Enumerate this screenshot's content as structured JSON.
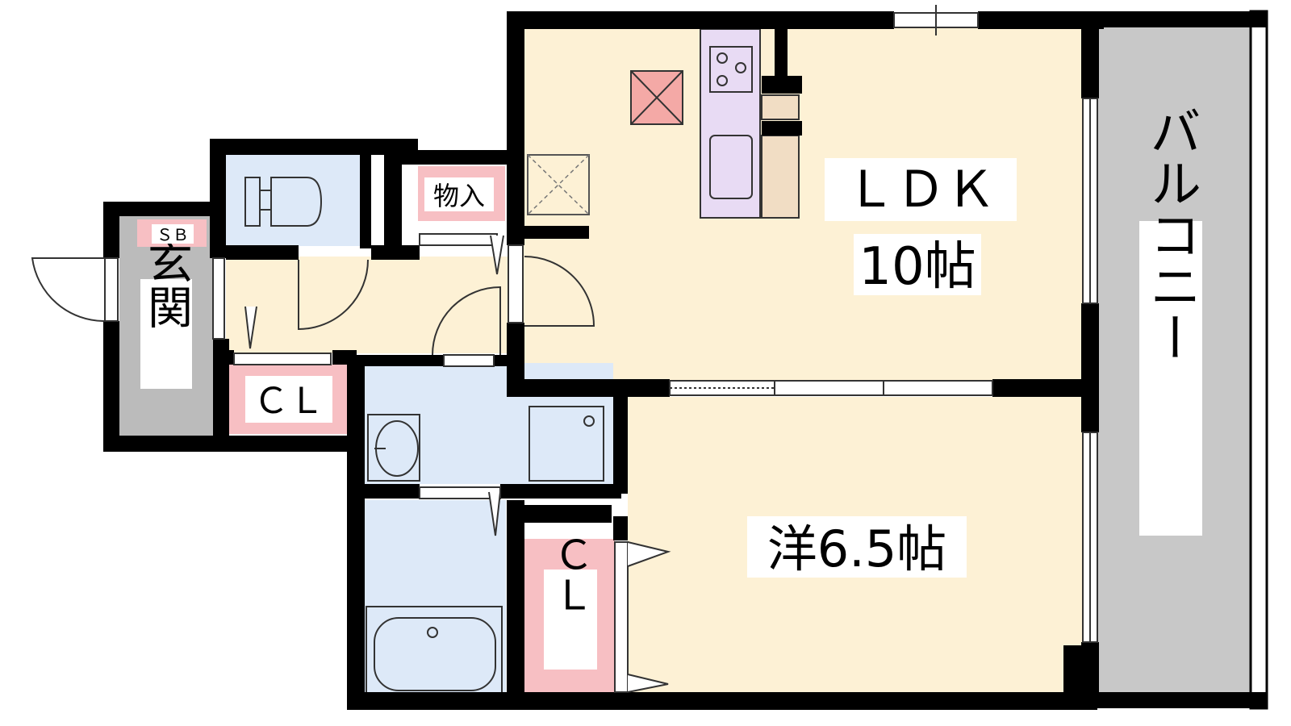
{
  "colors": {
    "wall": "#000000",
    "ldk_floor": "#fdf1d5",
    "wet_floor": "#dde9f8",
    "gray_floor": "#bbbbbb",
    "storage": "#f7bfc3",
    "kitchen": "#e8dbf4",
    "counter": "#f1ddc4",
    "balcony": "#c8c8c8"
  },
  "labels": {
    "ldk": "ＬＤＫ",
    "ldk_size": "10帖",
    "western": "洋6.5帖",
    "balcony": "バルコニー",
    "entrance": "玄関",
    "closet_hall": "ＣＬ",
    "closet_room": "ＣＬ",
    "storage": "物入",
    "shoe_box": "ＳＢ"
  }
}
